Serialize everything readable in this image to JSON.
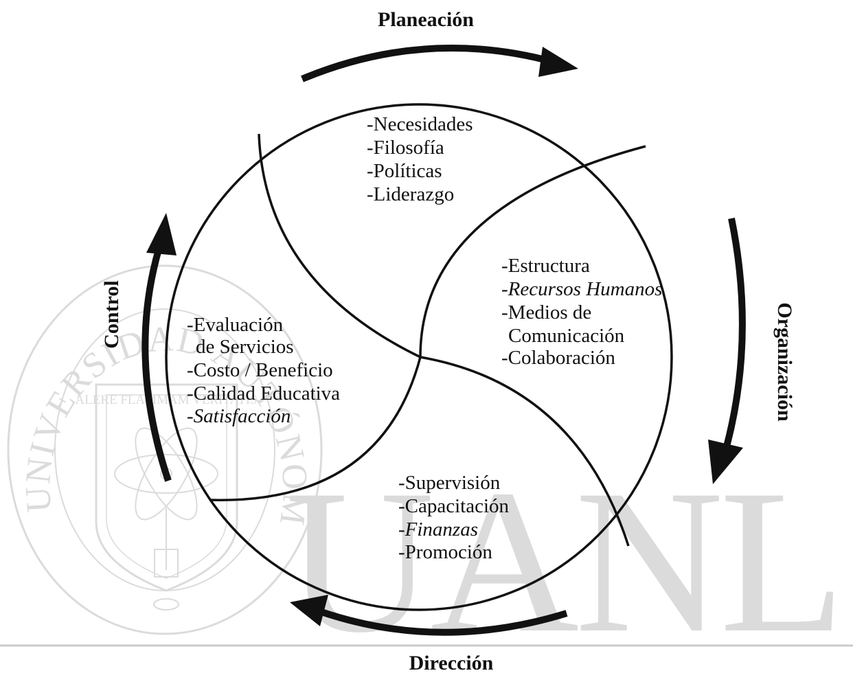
{
  "watermark": {
    "seal_text": "UNIVERSIDAD AUTÓNOMA DE NUEVO LEÓN",
    "motto": "ALERE FLAMMAM VERITATIS",
    "letters": "UANL",
    "color": "#bdbdbd"
  },
  "cycle": {
    "stages": [
      {
        "id": "planeacion",
        "label": "Planeación"
      },
      {
        "id": "organizacion",
        "label": "Organización"
      },
      {
        "id": "direccion",
        "label": "Dirección"
      },
      {
        "id": "control",
        "label": "Control"
      }
    ],
    "quadrants": {
      "planeacion": [
        "-Necesidades",
        "-Filosofía",
        "-Políticas",
        "-Liderazgo"
      ],
      "organizacion": [
        "-Estructura",
        "-Recursos Humanos",
        "-Medios de",
        " Comunicación",
        "-Colaboración"
      ],
      "direccion": [
        "-Supervisión",
        "-Capacitación",
        "-Finanzas",
        "-Promoción"
      ],
      "control": [
        "-Evaluación",
        " de Servicios",
        "-Costo / Beneficio",
        "-Calidad Educativa",
        "-Satisfacción"
      ]
    },
    "stroke_color": "#111111"
  }
}
